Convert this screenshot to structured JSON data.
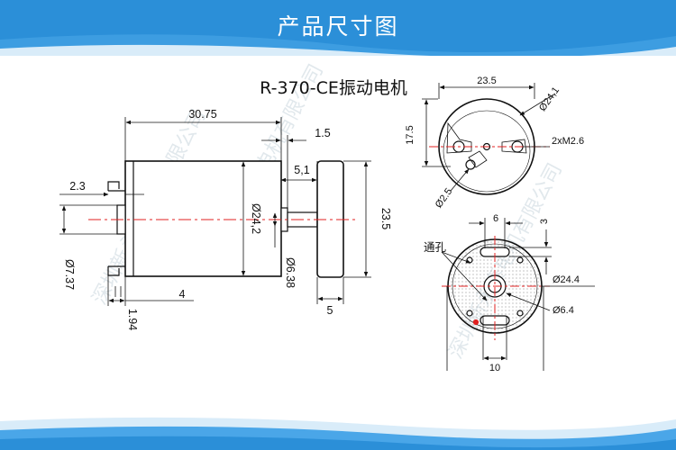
{
  "banner": {
    "title": "产品尺寸图"
  },
  "drawing": {
    "title": "R-370-CE振动电机",
    "watermark": "深圳新永泰电机有限公司",
    "side_view": {
      "overall_length": "30.75",
      "shaft_length": "1.5",
      "terminal_offset": "2.3",
      "boss_length": "5,1",
      "body_diameter": "Ø24,2",
      "weight_diameter": "23.5",
      "boss_diameter": "Ø7.37",
      "shaft_diameter": "Ø6.38",
      "terminal_spacing": "4",
      "terminal_thickness": "1.94",
      "weight_width": "5"
    },
    "front_view": {
      "width": "23.5",
      "diameter": "Ø24,1",
      "height": "17.5",
      "screws": "2xM2.6",
      "hole": "Ø2.5"
    },
    "rear_view": {
      "slot_width": "6",
      "slot_offset": "3",
      "hole_label": "通孔",
      "outer_diameter": "Ø24.4",
      "center_diameter": "Ø6.4",
      "bottom_width": "10"
    }
  },
  "colors": {
    "banner": "#2b8fd8",
    "centerline": "#e02020",
    "line": "#111111"
  }
}
